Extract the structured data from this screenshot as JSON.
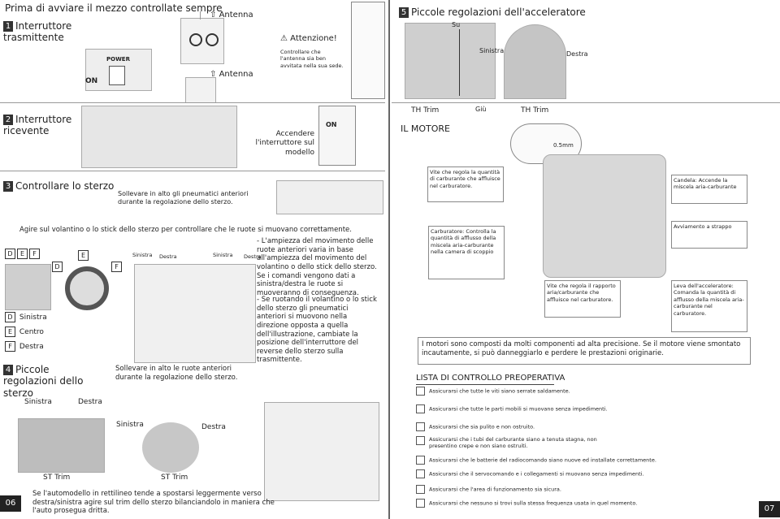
{
  "left": {
    "header": "Prima di avviare il mezzo controllate sempre",
    "s1": {
      "num": "1",
      "label": "Interruttore trasmittente"
    },
    "power": "POWER",
    "on1": "ON",
    "antenna1": "Antenna",
    "antenna2": "Antenna",
    "attention_title": "Attenzione!",
    "attention_text": "Controllare che l'antenna sia ben avvitata nella sua sede.",
    "s2": {
      "num": "2",
      "label": "Interruttore ricevente"
    },
    "s2_caption": "Accendere l'interruttore sul modello",
    "on2": "ON",
    "s3": {
      "num": "3",
      "label": "Controllare lo sterzo"
    },
    "s3_caption": "Sollevare in alto gli pneumatici anteriori durante la regolazione dello sterzo.",
    "steer_intro": "Agire sul volantino o lo stick dello sterzo per controllare che le ruote si muovano correttamente.",
    "tags_top": [
      "D",
      "E",
      "F"
    ],
    "legend": [
      {
        "tag": "D",
        "text": "Sinistra"
      },
      {
        "tag": "E",
        "text": "Centro"
      },
      {
        "tag": "F",
        "text": "Destra"
      }
    ],
    "wheel_tags": {
      "d": "D",
      "e": "E",
      "f": "F"
    },
    "lr1": {
      "l": "Sinistra",
      "r": "Destra"
    },
    "lr2": {
      "l": "Sinistra",
      "r": "Destra"
    },
    "bullet1": "- L'ampiezza del movimento delle ruote anteriori varia in base all'ampiezza del movimento del volantino o dello stick dello sterzo. Se i comandi vengono dati a sinistra/destra le ruote si muoveranno di conseguenza.",
    "bullet2": "- Se ruotando il volantino o lo stick dello sterzo gli pneumatici anteriori si muovono nella direzione opposta a quella dell'illustrazione, cambiate la posizione dell'interruttore del reverse dello sterzo sulla trasmittente.",
    "s4": {
      "num": "4",
      "label": "Piccole regolazioni dello sterzo"
    },
    "s4_caption": "Sollevare in alto le ruote anteriori durante la regolazione dello sterzo.",
    "lr3": {
      "l": "Sinistra",
      "r": "Destra"
    },
    "lr4": {
      "l": "Sinistra",
      "r": "Destra"
    },
    "st_trim1": "ST Trim",
    "st_trim2": "ST Trim",
    "footer": "Se l'automodello in rettilineo tende a spostarsi leggermente verso destra/sinistra agire sul trim dello sterzo bilanciandolo in maniera che l'auto prosegua dritta.",
    "page": "06"
  },
  "right": {
    "s5": {
      "num": "5",
      "label": "Piccole regolazioni dell'acceleratore"
    },
    "su": "Su",
    "giu": "Giù",
    "sinistra": "Sinistra",
    "destra": "Destra",
    "th_trim1": "TH Trim",
    "th_trim2": "TH Trim",
    "motore": "IL MOTORE",
    "gap": "0.5mm",
    "callout_carb_screw": "Vite che regola la quantità di carburante che affluisce nel carburatore.",
    "callout_candela": "Candela: Accende la miscela aria-carburante",
    "callout_carburatore": "Carburatore: Controlla la quantità di afflusso della miscela aria-carburante nella camera di scoppio",
    "callout_avviamento": "Avviamento a strappo",
    "callout_rapporto": "Vite che regola il rapporto aria/carburante che affluisce nel carburatore.",
    "callout_leva": "Leva dell'acceleratore: Comanda la quantità di afflusso della miscela aria-carburante nel carburatore.",
    "warning": "I motori sono composti da molti componenti ad alta precisione. Se il motore viene smontato incautamente, si può danneggiarlo e perdere le prestazioni originarie.",
    "checklist_title": "LISTA DI CONTROLLO PREOPERATIVA",
    "checklist": [
      "Assicurarsi che tutte le viti siano serrate saldamente.",
      "Assicurarsi che tutte le parti mobili si muovano senza impedimenti.",
      "Assicurarsi che sia pulito e non ostruito.",
      "Assicurarsi che i tubi del carburante siano a tenuta stagna, non presentino crepe e non siano ostruiti.",
      "Assicurarsi che le batterie del radiocomando siano nuove ed installate correttamente.",
      "Assicurarsi che il servocomando e i collegamenti si muovano senza impedimenti.",
      "Assicurarsi che l'area di funzionamento sia sicura.",
      "Assicurarsi che nessuno si trovi sulla stessa frequenza usata in quel momento."
    ],
    "page": "07"
  }
}
